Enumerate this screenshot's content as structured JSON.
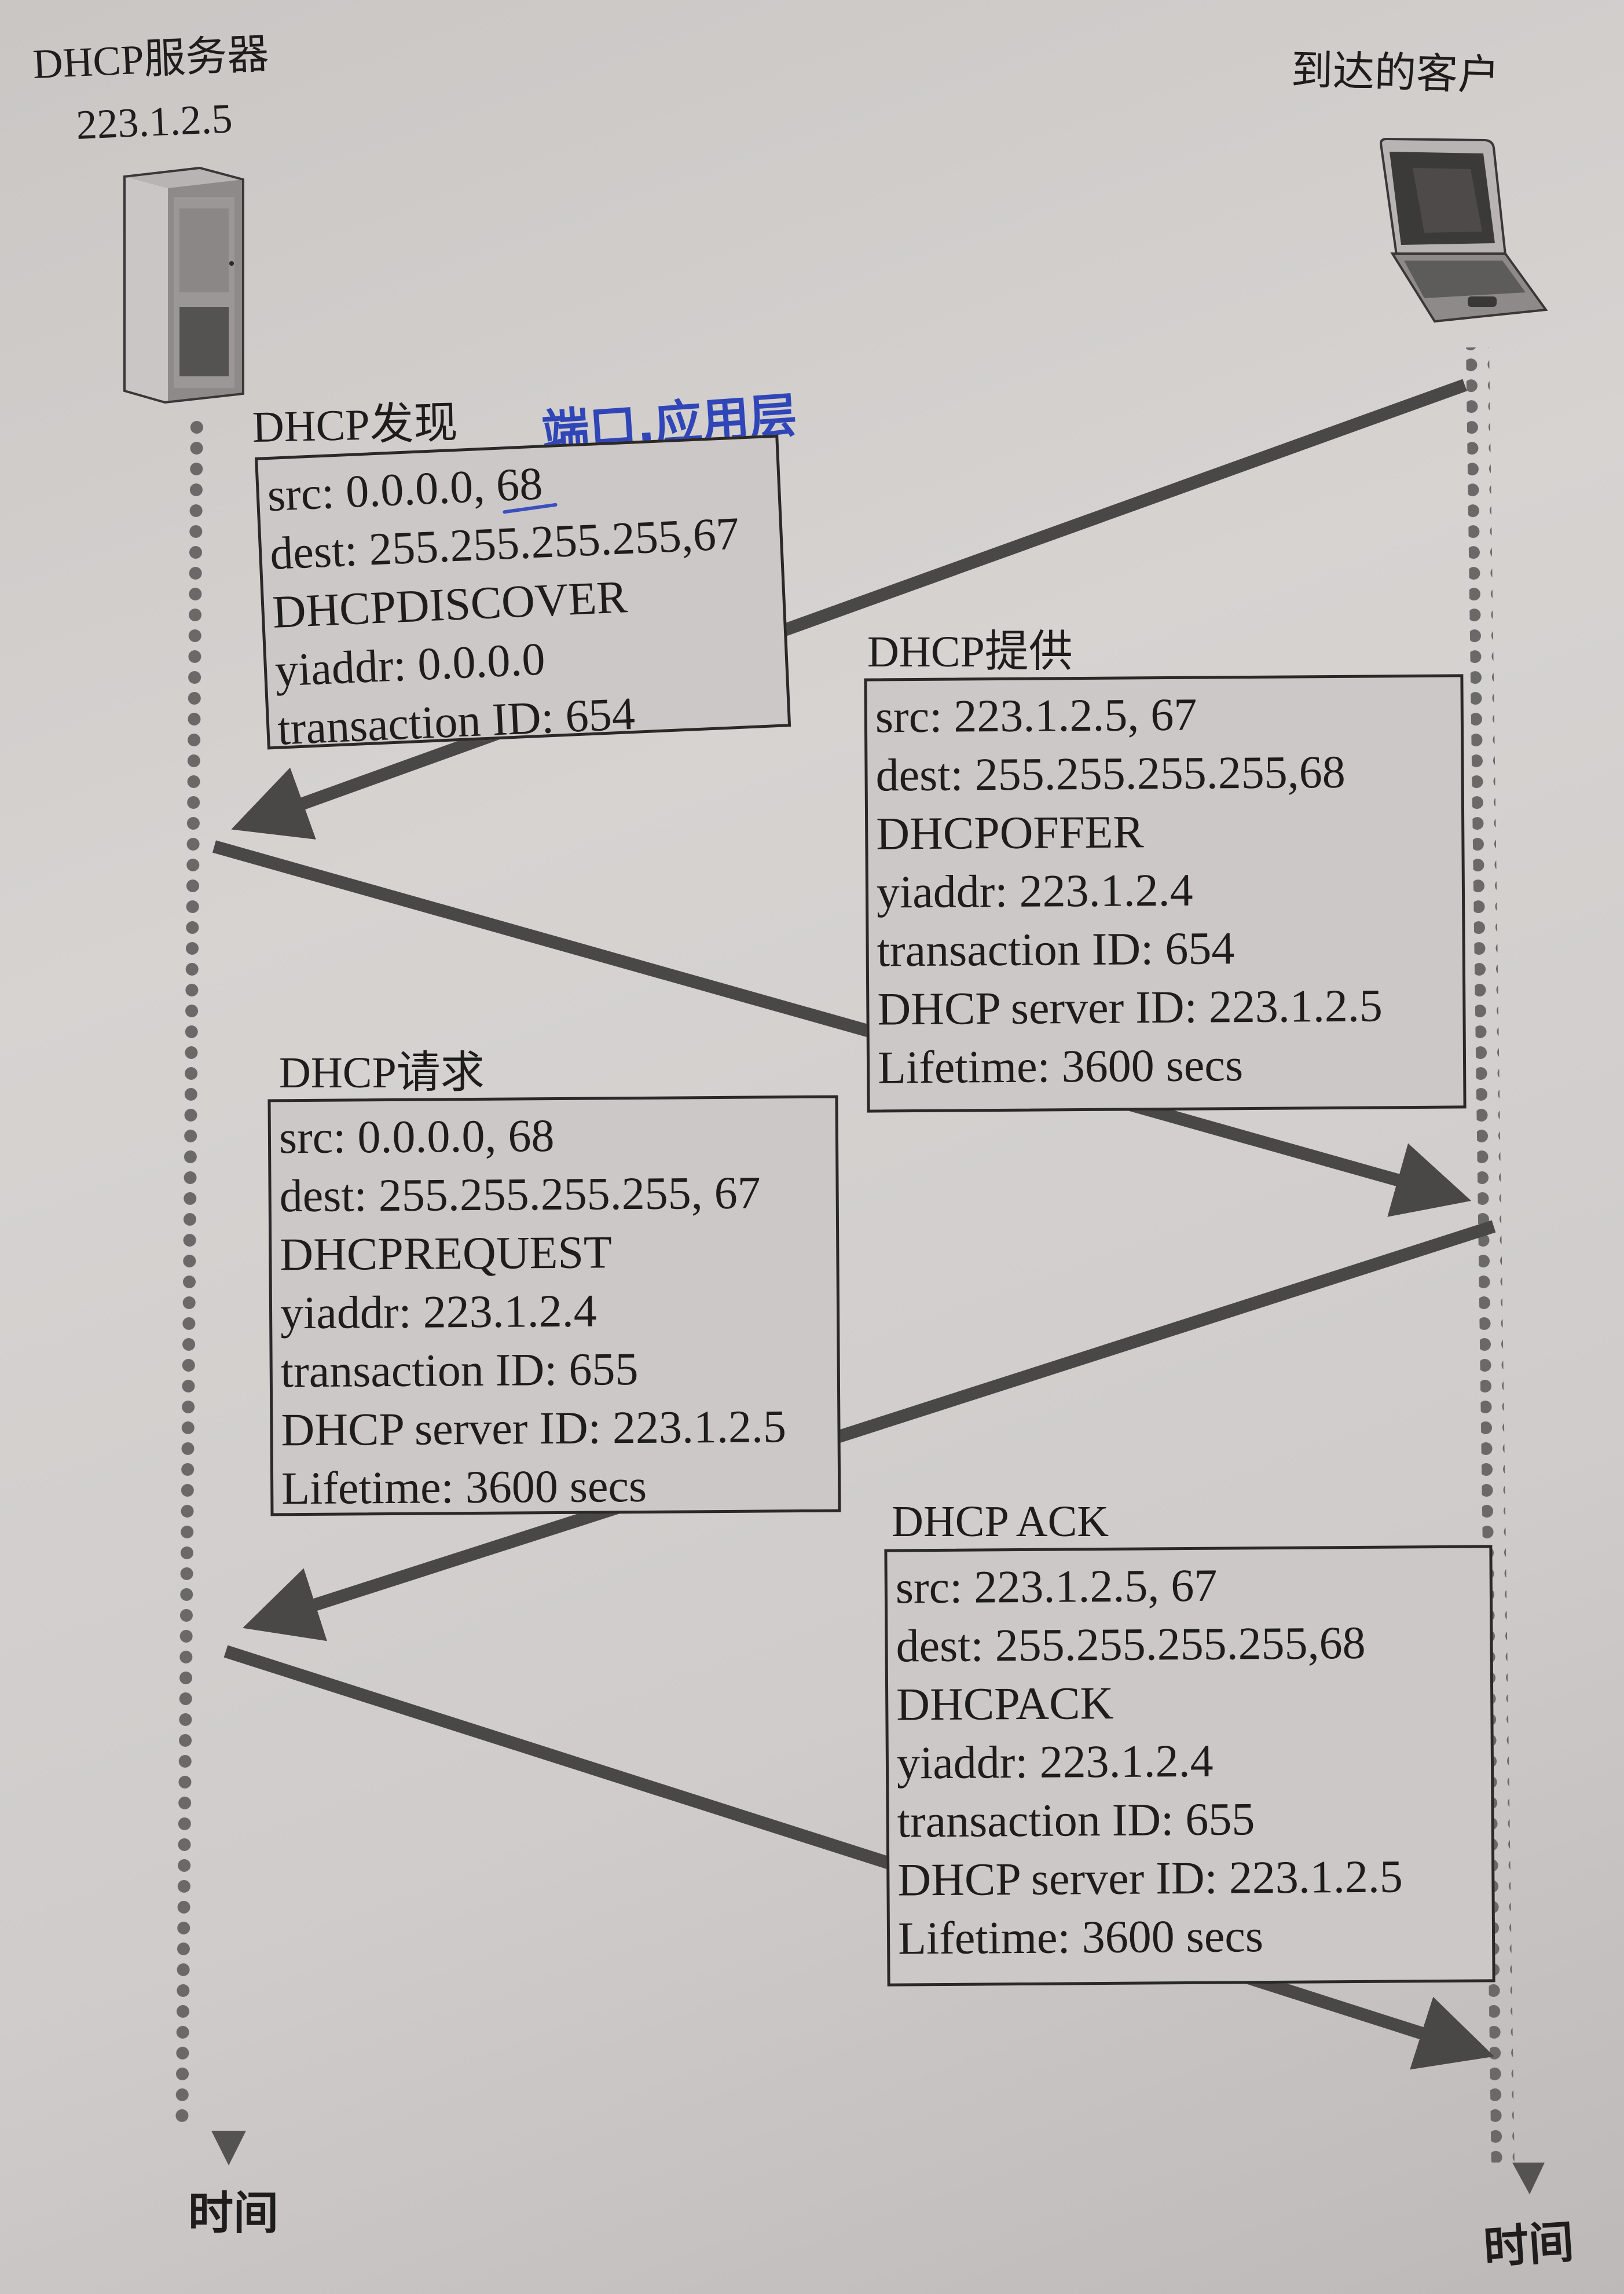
{
  "server": {
    "title": "DHCP服务器",
    "ip": "223.1.2.5",
    "icon": "server-tower-icon"
  },
  "client": {
    "title": "到达的客户",
    "icon": "laptop-icon"
  },
  "annotation": {
    "text": "端口,应用层",
    "underlined_value": "68",
    "color": "#2f45b8"
  },
  "time_axis": {
    "server_label": "时间",
    "client_label": "时间"
  },
  "messages": [
    {
      "title": "DHCP发现",
      "direction": "client-to-server",
      "lines": [
        "src: 0.0.0.0, 68",
        "dest: 255.255.255.255,67",
        "DHCPDISCOVER",
        "yiaddr: 0.0.0.0",
        "transaction ID: 654"
      ]
    },
    {
      "title": "DHCP提供",
      "direction": "server-to-client",
      "lines": [
        "src: 223.1.2.5, 67",
        "dest: 255.255.255.255,68",
        "DHCPOFFER",
        "yiaddr: 223.1.2.4",
        "transaction ID: 654",
        "DHCP server ID: 223.1.2.5",
        "Lifetime: 3600 secs"
      ]
    },
    {
      "title": "DHCP请求",
      "direction": "client-to-server",
      "lines": [
        "src: 0.0.0.0, 68",
        "dest: 255.255.255.255, 67",
        "DHCPREQUEST",
        "yiaddr: 223.1.2.4",
        "transaction ID: 655",
        "DHCP server ID: 223.1.2.5",
        "Lifetime: 3600 secs"
      ]
    },
    {
      "title": "DHCP ACK",
      "direction": "server-to-client",
      "lines": [
        "src: 223.1.2.5, 67",
        "dest: 255.255.255.255,68",
        "DHCPACK",
        "yiaddr: 223.1.2.4",
        "transaction ID: 655",
        "DHCP server ID: 223.1.2.5",
        "Lifetime: 3600 secs"
      ]
    }
  ],
  "colors": {
    "paper": "#d3d0cf",
    "box_fill": "#cbc8c7",
    "ink": "#1e1c1c",
    "arrow": "#4a4747",
    "lifeline_dots": "#6b6868"
  }
}
